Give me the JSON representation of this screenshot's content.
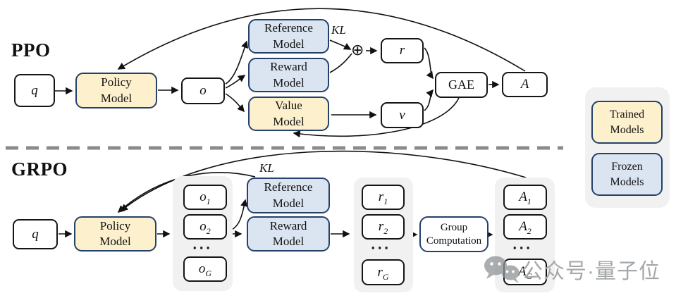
{
  "ppo": {
    "title": "PPO",
    "kl_label": "KL",
    "oplus_symbol": "⊕",
    "nodes": {
      "q": "q",
      "o": "o",
      "r": "r",
      "v": "v",
      "gae": "GAE",
      "a": "A",
      "policy": {
        "line1": "Policy",
        "line2": "Model"
      },
      "reference": {
        "line1": "Reference",
        "line2": "Model"
      },
      "reward": {
        "line1": "Reward",
        "line2": "Model"
      },
      "value": {
        "line1": "Value",
        "line2": "Model"
      }
    }
  },
  "grpo": {
    "title": "GRPO",
    "kl_label": "KL",
    "dots": "···",
    "nodes": {
      "q": "q",
      "policy": {
        "line1": "Policy",
        "line2": "Model"
      },
      "reference": {
        "line1": "Reference",
        "line2": "Model"
      },
      "reward": {
        "line1": "Reward",
        "line2": "Model"
      },
      "group_computation": {
        "line1": "Group",
        "line2": "Computation"
      }
    },
    "outputs": [
      {
        "base": "o",
        "sub": "1"
      },
      {
        "base": "o",
        "sub": "2"
      },
      {
        "base": "o",
        "sub": "G"
      }
    ],
    "rewards": [
      {
        "base": "r",
        "sub": "1"
      },
      {
        "base": "r",
        "sub": "2"
      },
      {
        "base": "r",
        "sub": "G"
      }
    ],
    "advantages": [
      {
        "base": "A",
        "sub": "1"
      },
      {
        "base": "A",
        "sub": "2"
      },
      {
        "base": "A",
        "sub": "G"
      }
    ]
  },
  "legend": {
    "trained": {
      "line1": "Trained",
      "line2": "Models"
    },
    "frozen": {
      "line1": "Frozen",
      "line2": "Models"
    }
  },
  "watermark": {
    "text": "公众号·量子位"
  },
  "colors": {
    "trained_fill": "#FCF0CD",
    "frozen_fill": "#DBE5F2",
    "model_border": "#24416B",
    "plain_border": "#151515",
    "group_fill": "#F1F1F1",
    "divider_gray": "#8B8B8B",
    "watermark_gray": "#A4A8AA"
  }
}
